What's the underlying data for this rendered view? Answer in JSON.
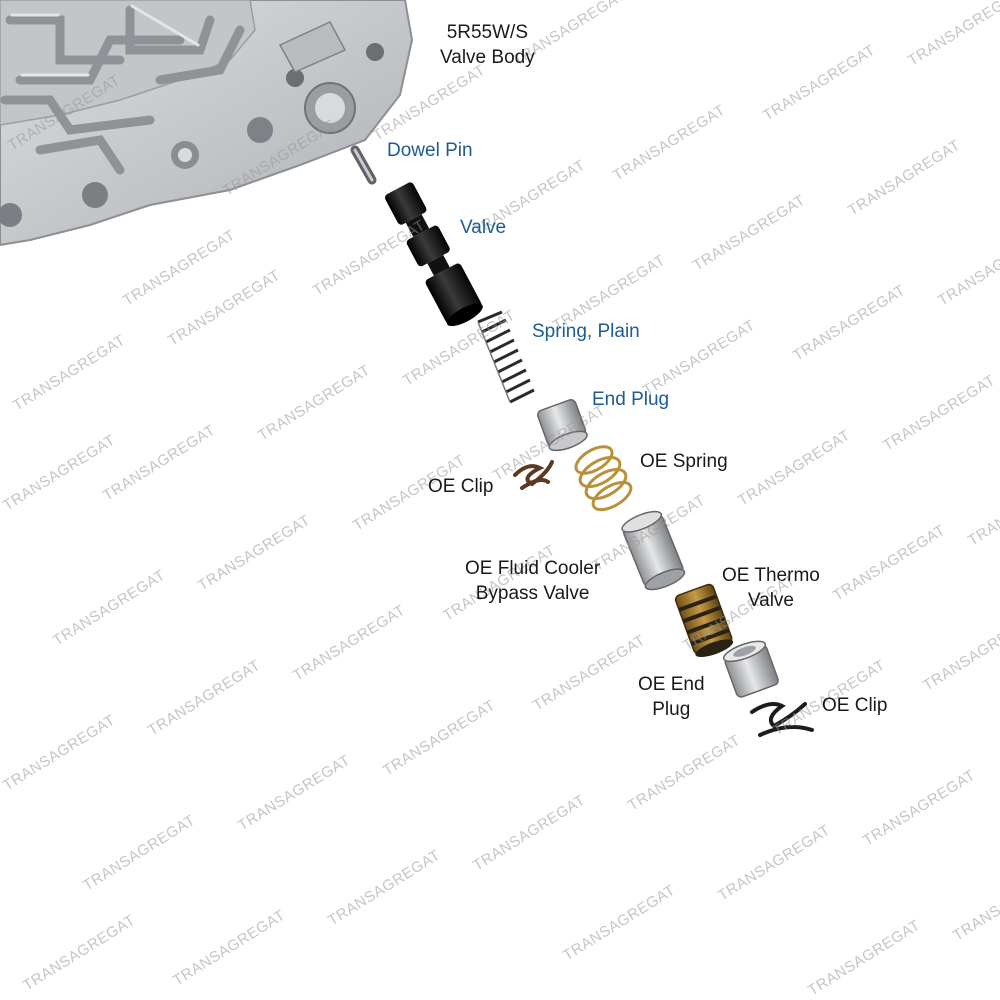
{
  "labels": {
    "valve_body": {
      "line1": "5R55W/S",
      "line2": "Valve Body"
    },
    "dowel_pin": "Dowel Pin",
    "valve": "Valve",
    "spring_plain": "Spring, Plain",
    "end_plug": "End Plug",
    "oe_spring": "OE Spring",
    "oe_clip_upper": "OE Clip",
    "oe_fluid_cooler": {
      "line1": "OE Fluid Cooler",
      "line2": "Bypass Valve"
    },
    "oe_thermo_valve": {
      "line1": "OE Thermo",
      "line2": "Valve"
    },
    "oe_end_plug": {
      "line1": "OE End",
      "line2": "Plug"
    },
    "oe_clip_lower": "OE Clip"
  },
  "watermark": "TRANSAGREGAT",
  "colors": {
    "new_part_label": "#1e5a96",
    "oe_part_label": "#1a1a1a",
    "casting": "#c9cbce",
    "valve": "#1b1b1b",
    "brass": "#b8923a"
  }
}
